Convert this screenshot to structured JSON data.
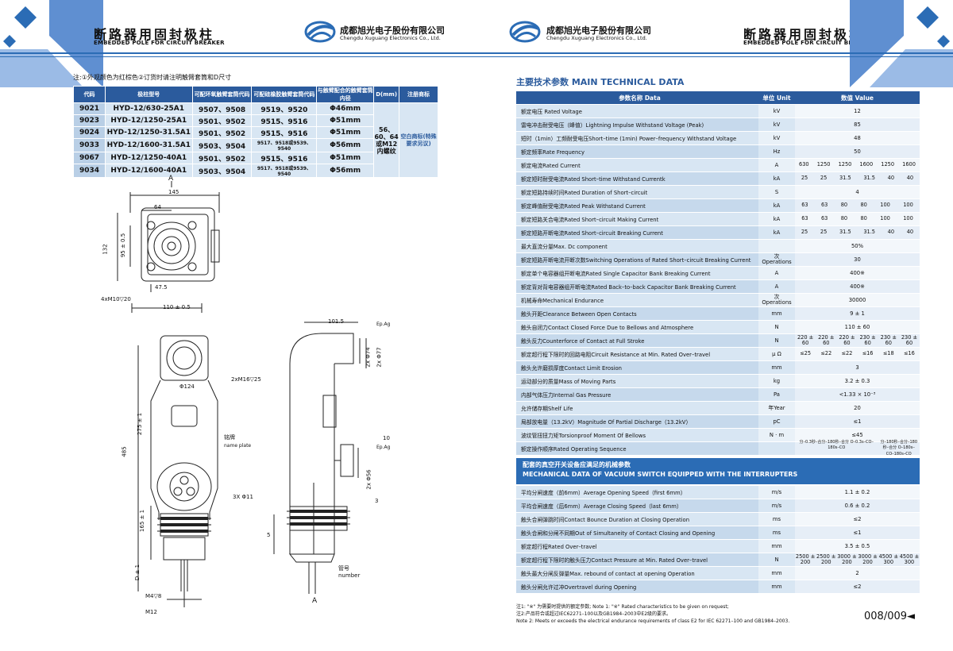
{
  "header": {
    "title_cn": "断路器用固封极柱",
    "title_en": "EMBEDDED POLE FOR CIRCUIT BREAKER",
    "company_cn": "成都旭光电子股份有限公司",
    "company_en": "Chengdu Xuguang Electronics Co., Ltd."
  },
  "left": {
    "note": "注:①外观颜色为红棕色②订货时请注明触臂套筒和D尺寸",
    "table": {
      "headers": [
        "代码",
        "极柱型号",
        "可配环氧触臂套筒代码",
        "可配硅橡胶触臂套筒代码",
        "与触臂配合的触臂套筒内径",
        "D(mm)",
        "注册商标"
      ],
      "rows": [
        [
          "9021",
          "HYD-12/630-25A1",
          "9507、9508",
          "9519、9520",
          "Φ46mm"
        ],
        [
          "9023",
          "HYD-12/1250-25A1",
          "9501、9502",
          "9515、9516",
          "Φ51mm"
        ],
        [
          "9024",
          "HYD-12/1250-31.5A1",
          "9501、9502",
          "9515、9516",
          "Φ51mm"
        ],
        [
          "9033",
          "HYD-12/1600-31.5A1",
          "9503、9504",
          "9517、9518或9539、9540",
          "Φ56mm"
        ],
        [
          "9067",
          "HYD-12/1250-40A1",
          "9501、9502",
          "9515、9516",
          "Φ51mm"
        ],
        [
          "9034",
          "HYD-12/1600-40A1",
          "9503、9504",
          "9517、9518或9539、9540",
          "Φ56mm"
        ]
      ],
      "d_value": "56、60、64或M12内螺纹",
      "trademark": "空白商标(特殊要求另议)"
    },
    "dims": {
      "a_top": "A",
      "d145": "145",
      "d64": "64",
      "d132": "132",
      "d95": "95 ± 0.5",
      "d47": "47.5",
      "d4xm10": "4xM10▽20",
      "d110": "110 ± 0.5",
      "d101": "101.5",
      "epag1": "Ep.Ag",
      "d2x74": "2x Φ74",
      "d2x77": "2x Φ77",
      "d2xm16": "2xM16▽25",
      "d124": "Φ124",
      "d275": "275 ± 1",
      "d485": "485",
      "mingpai": "铭牌",
      "nameplate": "name plate",
      "d10": "10",
      "epag2": "Ep.Ag",
      "d2x56": "2x Φ56",
      "d3": "3",
      "d3x11": "3X Φ11",
      "d165": "165 ± 1",
      "d5": "5",
      "guanhao": "管号",
      "number": "number",
      "dd1": "D ± 1",
      "dm4": "M4▽8",
      "dm12": "M12",
      "a_bot": "A"
    }
  },
  "right": {
    "section_title": "主要技术参数   MAIN TECHNICAL DATA",
    "head": [
      "参数名称 Data",
      "单位 Unit",
      "数值 Value"
    ],
    "rows": [
      {
        "p": "额定电压 Rated Voltage",
        "u": "kV",
        "v": "12"
      },
      {
        "p": "雷电冲击耐受电压（峰值）Lightning Impulse Withstand Voltage (Peak)",
        "u": "kV",
        "v": "85"
      },
      {
        "p": "短时（1min）工频耐受电压Short–time (1min) Power–frequency Withstand Voltage",
        "u": "kV",
        "v": "48"
      },
      {
        "p": "额定频率Rate Frequency",
        "u": "Hz",
        "v": "50"
      },
      {
        "p": "额定电流Rated Current",
        "u": "A",
        "m": [
          "630",
          "1250",
          "1250",
          "1600",
          "1250",
          "1600"
        ]
      },
      {
        "p": "额定短时耐受电流Rated Short–time Withstand Currentk",
        "u": "kA",
        "m": [
          "25",
          "25",
          "31.5",
          "31.5",
          "40",
          "40"
        ]
      },
      {
        "p": "额定短路持续时间Rated Duration of Short–circuit",
        "u": "S",
        "v": "4"
      },
      {
        "p": "额定峰值耐受电流Rated Peak Withstand Current",
        "u": "kA",
        "m": [
          "63",
          "63",
          "80",
          "80",
          "100",
          "100"
        ]
      },
      {
        "p": "额定短路关合电流Rated Short–circuit Making Current",
        "u": "kA",
        "m": [
          "63",
          "63",
          "80",
          "80",
          "100",
          "100"
        ]
      },
      {
        "p": "额定短路开断电流Rated Short–circuit Breaking Current",
        "u": "kA",
        "m": [
          "25",
          "25",
          "31.5",
          "31.5",
          "40",
          "40"
        ]
      },
      {
        "p": "最大直流分量Max. Dc component",
        "u": "",
        "v": "50%"
      },
      {
        "p": "额定短路开断电流开断次数Switching Operations of Rated Short–circuit Breaking Current",
        "u": "次 Operations",
        "v": "30"
      },
      {
        "p": "额定单个电容器组开断电流Rated Single Capacitor Bank Breaking Current",
        "u": "A",
        "v": "400※"
      },
      {
        "p": "额定背对背电容器组开断电流Rated Back–to–back Capacitor Bank Breaking Current",
        "u": "A",
        "v": "400※"
      },
      {
        "p": "机械寿命Mechanical Endurance",
        "u": "次 Operations",
        "v": "30000"
      },
      {
        "p": "触头开距Clearance Between Open Contacts",
        "u": "mm",
        "v": "9 ± 1"
      },
      {
        "p": "触头自闭力Contact Closed Force Due to Bellows and Atmosphere",
        "u": "N",
        "v": "110 ± 60"
      },
      {
        "p": "触头反力Counterforce of Contact at Full Stroke",
        "u": "N",
        "m": [
          "220 ± 60",
          "220 ± 60",
          "220 ± 60",
          "230 ± 60",
          "230 ± 60",
          "230 ± 60"
        ]
      },
      {
        "p": "额定超行程下限时的回路电阻Circuit Resistance at Min. Rated Over–travel",
        "u": "μ Ω",
        "m": [
          "≤25",
          "≤22",
          "≤22",
          "≤16",
          "≤18",
          "≤16"
        ]
      },
      {
        "p": "触头允许磨损厚度Contact Limit Erosion",
        "u": "mm",
        "v": "3"
      },
      {
        "p": "运动部分的质量Mass of Moving Parts",
        "u": "kg",
        "v": "3.2 ± 0.3"
      },
      {
        "p": "内部气体压力Internal Gas Pressure",
        "u": "Pa",
        "v": "<1.33 × 10⁻³"
      },
      {
        "p": "允许储存期Shelf Life",
        "u": "年Year",
        "v": "20"
      },
      {
        "p": "局部放电量（13.2kV）Magnitude Of Partial Discharge（13.2kV）",
        "u": "pC",
        "v": "≤1"
      },
      {
        "p": "波纹管扭扭力矩Torsionproof Moment Of Bellows",
        "u": "N · m",
        "v": "≤45"
      },
      {
        "p": "额定操作顺序Rated Operating Sequence",
        "u": "",
        "s1": "分–0.3秒–合分–180秒–合分 O–0.3s–CO–180s–CO",
        "s2": "分–180秒–合分–180秒–合分 O–180s–CO–180s–CO"
      }
    ],
    "banner_cn": "配套的真空开关设备应满足的机械参数",
    "banner_en": "MECHANICAL DATA OF VACUUM SWITCH EQUIPPED WITH THE INTERRUPTERS",
    "rows2": [
      {
        "p": "平均分闸速度（前6mm）Average Opening Speed（first 6mm）",
        "u": "m/s",
        "v": "1.1 ± 0.2"
      },
      {
        "p": "平均合闸速度（后6mm）Average Closing Speed（last 6mm）",
        "u": "m/s",
        "v": "0.6 ± 0.2"
      },
      {
        "p": "触头合闸弹跳时间Contact Bounce Duration at Closing Operation",
        "u": "ms",
        "v": "≤2"
      },
      {
        "p": "触头合闸和分闸不同期Out of Simultaneity of Contact Closing and Opening",
        "u": "ms",
        "v": "≤1"
      },
      {
        "p": "额定超行程Rated Over–travel",
        "u": "mm",
        "v": "3.5 ± 0.5"
      },
      {
        "p": "额定超行程下限时的触头压力Contact Pressure at Min. Rated Over–travel",
        "u": "N",
        "m": [
          "2500 ± 200",
          "2500 ± 200",
          "3000 ± 200",
          "3000 ± 200",
          "4500 ± 300",
          "4500 ± 300"
        ]
      },
      {
        "p": "触头最大分闸反弹量Max. rebound of contact at opening Operation",
        "u": "mm",
        "v": "2"
      },
      {
        "p": "触头分闸允许过冲Overtravel during Opening",
        "u": "mm",
        "v": "≤2"
      }
    ],
    "notes": [
      "注1: \"※\" 为需要时提供的额定参数;          Note 1: \"※\" Rated characteristics to be given on request;",
      "注2:产品符合或超过IEC62271–100以及GB1984–2003中E2级的要求。",
      "Note 2: Meets or exceeds the electrical endurance requirements of class E2 for IEC 62271–100 and GB1984–2003."
    ],
    "page_num": "008/009◄"
  }
}
